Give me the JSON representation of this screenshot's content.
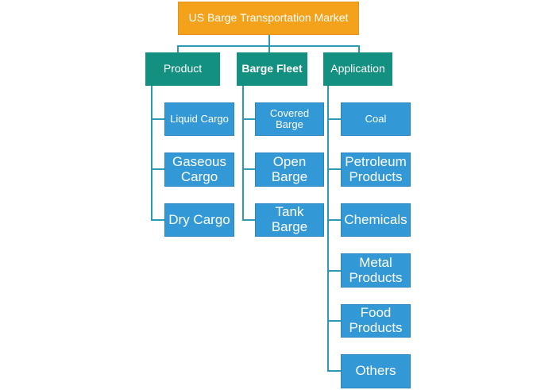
{
  "root": {
    "label": "US Barge Transportation Market"
  },
  "categories": [
    {
      "label": "Product",
      "children": [
        "Liquid Cargo",
        "Gaseous Cargo",
        "Dry Cargo"
      ]
    },
    {
      "label": "Barge Fleet",
      "children": [
        "Covered Barge",
        "Open Barge",
        "Tank Barge"
      ]
    },
    {
      "label": "Application",
      "children": [
        "Coal",
        "Petroleum Products",
        "Chemicals",
        "Metal Products",
        "Food Products",
        "Others"
      ]
    }
  ],
  "colors": {
    "root": "#f4a21c",
    "category": "#13907f",
    "leaf": "#3398d6",
    "connector": "#2a9ab5"
  }
}
